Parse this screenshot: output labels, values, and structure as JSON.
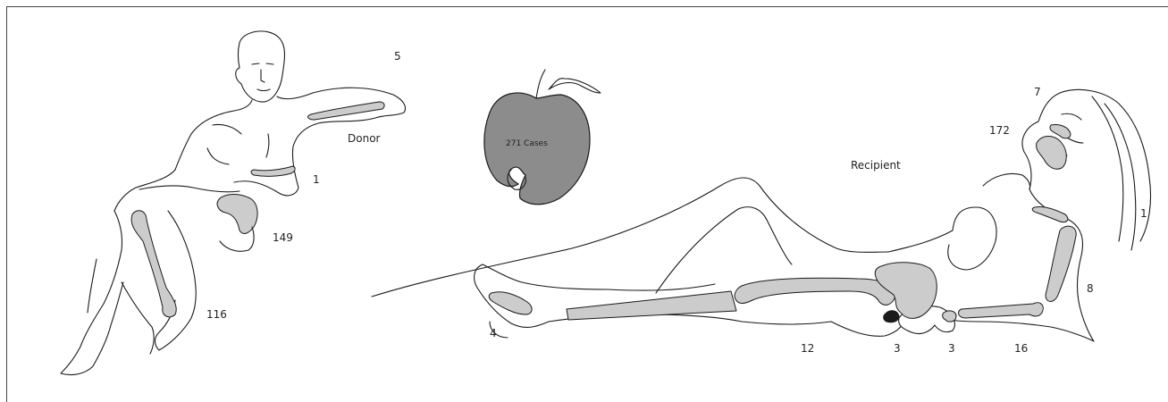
{
  "labels": {
    "donor": "Donor",
    "recipient": "Recipient",
    "apple_cases": "271 Cases"
  },
  "counts": {
    "donor_head": "5",
    "donor_arm": "1",
    "donor_pelvis": "149",
    "donor_femur": "116",
    "recipient_top": "7",
    "recipient_skull": "172",
    "recipient_right": "1",
    "recipient_spine": "8",
    "recipient_foot": "4",
    "recipient_femur": "12",
    "recipient_pelvis": "3",
    "recipient_hand": "3",
    "recipient_forearm": "16"
  },
  "colors": {
    "bone_fill": "#cccccc",
    "apple_fill": "#8c8c8c",
    "outline": "#1a1a1a"
  }
}
